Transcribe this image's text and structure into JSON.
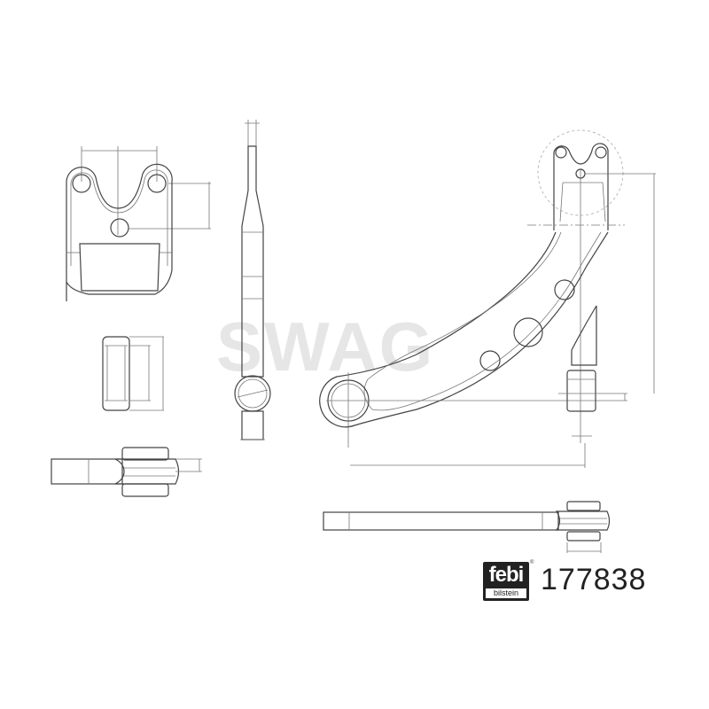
{
  "watermark": {
    "text": "SWAG"
  },
  "brand": {
    "logo_main": "febi",
    "logo_sub": "bilstein",
    "registered_mark": "®"
  },
  "part": {
    "number": "177838"
  },
  "drawing": {
    "subject": "control-arm-technical-drawing",
    "views": [
      "bushing-front-view",
      "arm-side-view",
      "bushing-section",
      "bushing-side-view",
      "main-arm-top-view",
      "arm-bottom-view"
    ],
    "colors": {
      "line": "#444444",
      "watermark": "#e6e6e6",
      "logo": "#222222"
    }
  }
}
